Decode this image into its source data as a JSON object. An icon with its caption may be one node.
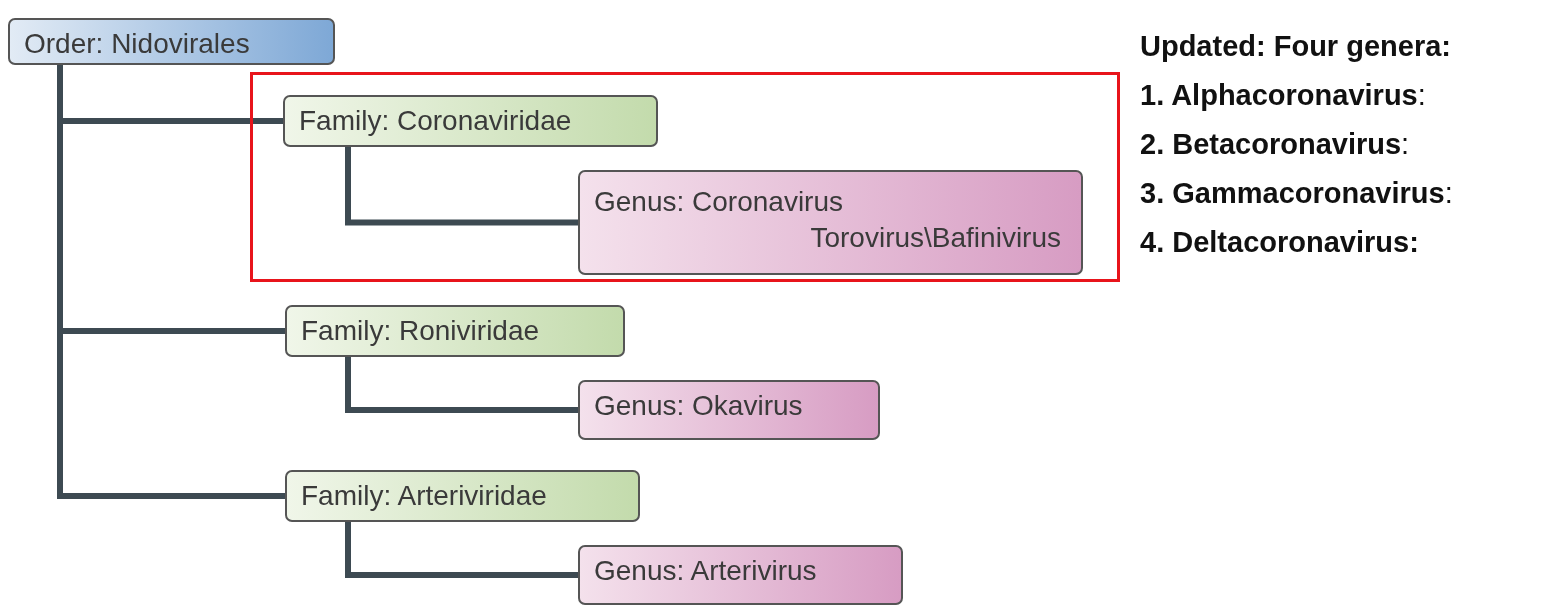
{
  "diagram": {
    "nodes": [
      {
        "text": [
          "Order: Nidovirales"
        ]
      },
      {
        "text": [],
        "shape": "box"
      },
      {
        "text": [
          "Family: Coronaviridae"
        ],
        "in": 1
      },
      {
        "text": [
          "Genus: Coronavirus Torovirus\\Bafinivirus"
        ],
        "in": 1
      },
      {
        "text": [
          "Family: Roniviridae"
        ]
      },
      {
        "text": [
          "Genus: Okavirus"
        ]
      },
      {
        "text": [
          "Family: Arteriviridae"
        ]
      },
      {
        "text": [
          "Genus: Arterivirus"
        ]
      }
    ],
    "edges": [
      {
        "from": 0,
        "to": 2,
        "arrow": "none"
      },
      {
        "from": 0,
        "to": 4,
        "arrow": "none"
      },
      {
        "from": 0,
        "to": 6,
        "arrow": "none"
      },
      {
        "from": 2,
        "to": 3,
        "arrow": "none"
      },
      {
        "from": 4,
        "to": 5,
        "arrow": "none"
      },
      {
        "from": 6,
        "to": 7,
        "arrow": "none"
      }
    ],
    "labels": [
      "Updated: Four genera:",
      "**1. Alphacoronavirus**:",
      "**2. Betacoronavirus**:",
      "**3. Gammacoronavirus**:",
      "4. Deltacoronavirus:"
    ]
  }
}
